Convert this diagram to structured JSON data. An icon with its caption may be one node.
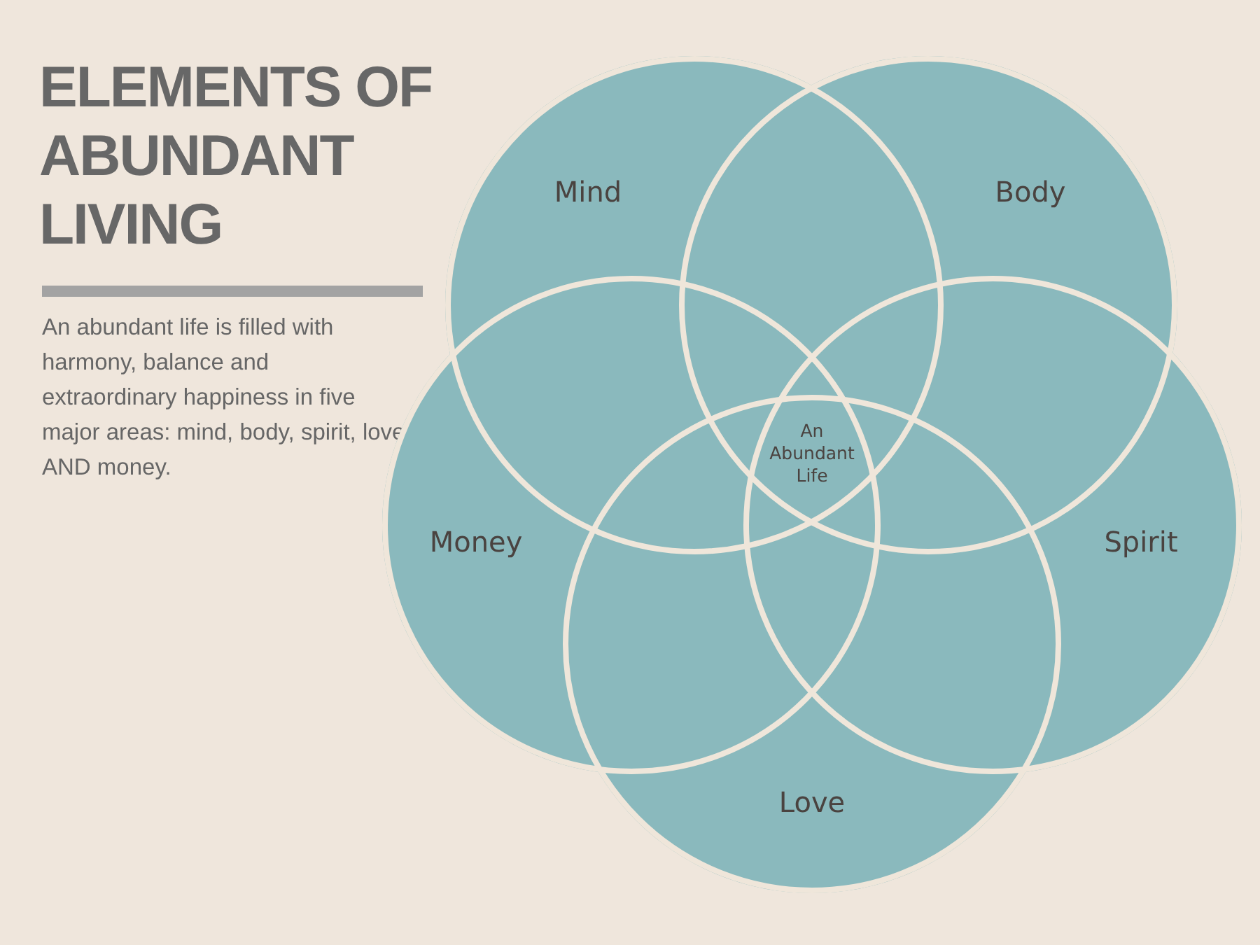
{
  "diagram": {
    "title": "ELEMENTS OF ABUNDANT LIVING",
    "nodes": [
      {
        "text": [
          "Mind"
        ]
      },
      {
        "text": [
          "Body"
        ]
      },
      {
        "text": [
          "Money"
        ]
      },
      {
        "text": [
          "Spirit"
        ]
      },
      {
        "text": [
          "Love"
        ]
      }
    ],
    "labels": [
      "An abundant life is filled with harmony, balance and extraordinary happiness in five major areas: mind, body, spirit, love AND money.",
      "An Abundant Life"
    ]
  }
}
